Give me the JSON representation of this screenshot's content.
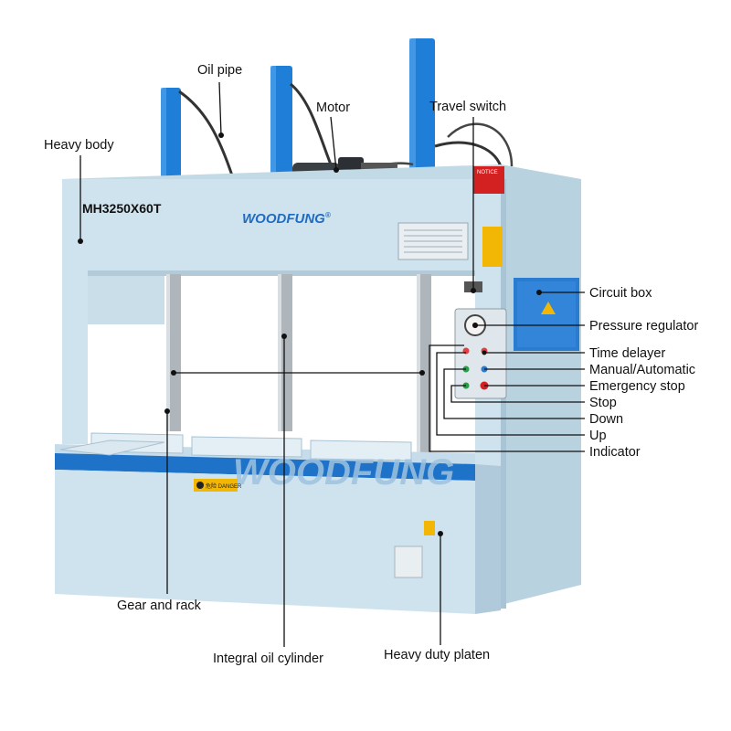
{
  "machine": {
    "model": "MH3250X60T",
    "brand_logo_a": "WOOD",
    "brand_logo_b": "FUNG",
    "brand_reg": "®",
    "notice_label": "NOTICE",
    "danger_label": "危险 DANGER"
  },
  "colors": {
    "body": "#cfe3ee",
    "body_shade": "#b6cfdd",
    "cylinder": "#1f7fd8",
    "platen_stripe": "#1e72c8",
    "circuit_box": "#2a7cd0",
    "warning": "#f2b705",
    "notice": "#d32020"
  },
  "labels": {
    "heavy_body": "Heavy body",
    "oil_pipe": "Oil pipe",
    "motor": "Motor",
    "travel_switch": "Travel switch",
    "circuit_box": "Circuit box",
    "pressure_regulator": "Pressure regulator",
    "time_delayer": "Time delayer",
    "manual_automatic": "Manual/Automatic",
    "emergency_stop": "Emergency stop",
    "stop": "Stop",
    "down": "Down",
    "up": "Up",
    "indicator": "Indicator",
    "gear_and_rack": "Gear and rack",
    "integral_oil_cylinder": "Integral oil cylinder",
    "heavy_duty_platen": "Heavy duty platen"
  }
}
